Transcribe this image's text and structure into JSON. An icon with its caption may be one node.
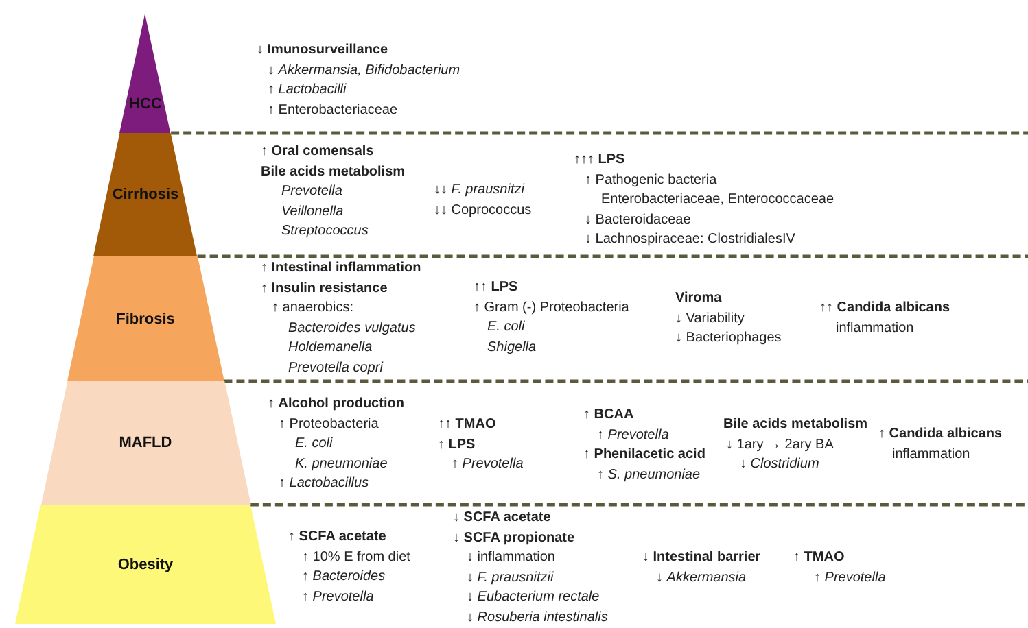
{
  "diagram": {
    "nodes": [
      {
        "text": [
          "HCC"
        ]
      },
      {
        "text": [
          "Cirrhosis"
        ]
      },
      {
        "text": [
          "Fibrosis"
        ]
      },
      {
        "text": [
          "MAFLD"
        ]
      },
      {
        "text": [
          "Obesity"
        ]
      }
    ],
    "labels": [
      "↓ **Imunosurveillance**",
      "↓ *Akkermansia, Bifidobacterium*",
      "↑ *Lactobacilli*",
      "↑ Enterobacteriaceae",
      "↑ **Oral comensals**",
      "**Bile acids metabolism**",
      "*Prevotella*",
      "*Veillonella*",
      "*Streptococcus*",
      "↓↓ *F. prausnitzi*",
      "↓↓ Coprococcus",
      "↑↑↑ **LPS**",
      "↑ Pathogenic bacteria",
      "Enterobacteriaceae, Enterococcaceae",
      "↓ Bacteroidaceae",
      "↓ Lachnospiraceae: ClostridialesIV",
      "↑ **Intestinal inflammation**",
      "↑ **Insulin resistance**",
      "↑ anaerobics:",
      "*Bacteroides vulgatus*",
      "*Holdemanella*",
      "*Prevotella copri*",
      "↑↑ **LPS**",
      "↑ Gram (-) Proteobacteria",
      "*E. coli*",
      "*Shigella*",
      "**Viroma**",
      "↓ Variability",
      "↓ Bacteriophages",
      "↑↑ **Candida albicans**",
      "inflammation",
      "↑ **Alcohol production**",
      "↑ Proteobacteria",
      "*E. coli*",
      "*K. pneumoniae*",
      "↑ *Lactobacillus*",
      "↑↑ **TMAO**",
      "↑ **LPS**",
      "↑ *Prevotella*",
      "↑ **BCAA**",
      "↑ *Prevotella*",
      "↑ **Phenilacetic acid**",
      "↑ *S. pneumoniae*",
      "**Bile acids metabolism**",
      "↓ 1ary → 2ary BA",
      "↓ *Clostridium*",
      "↑ **Candida albicans**",
      "inflammation",
      "↑ **SCFA acetate**",
      "↑ 10% E from diet",
      "↑ *Bacteroides*",
      "↑ *Prevotella*",
      "↓ **SCFA acetate**",
      "↓ **SCFA propionate**",
      "↓ inflammation",
      "↓ *F. prausnitzii*",
      "↓ *Eubacterium rectale*",
      "↓ *Rosuberia intestinalis*",
      "↓ **Intestinal barrier**",
      "↓ *Akkermansia*",
      "↑ **TMAO**",
      "↑ *Prevotella*"
    ]
  }
}
